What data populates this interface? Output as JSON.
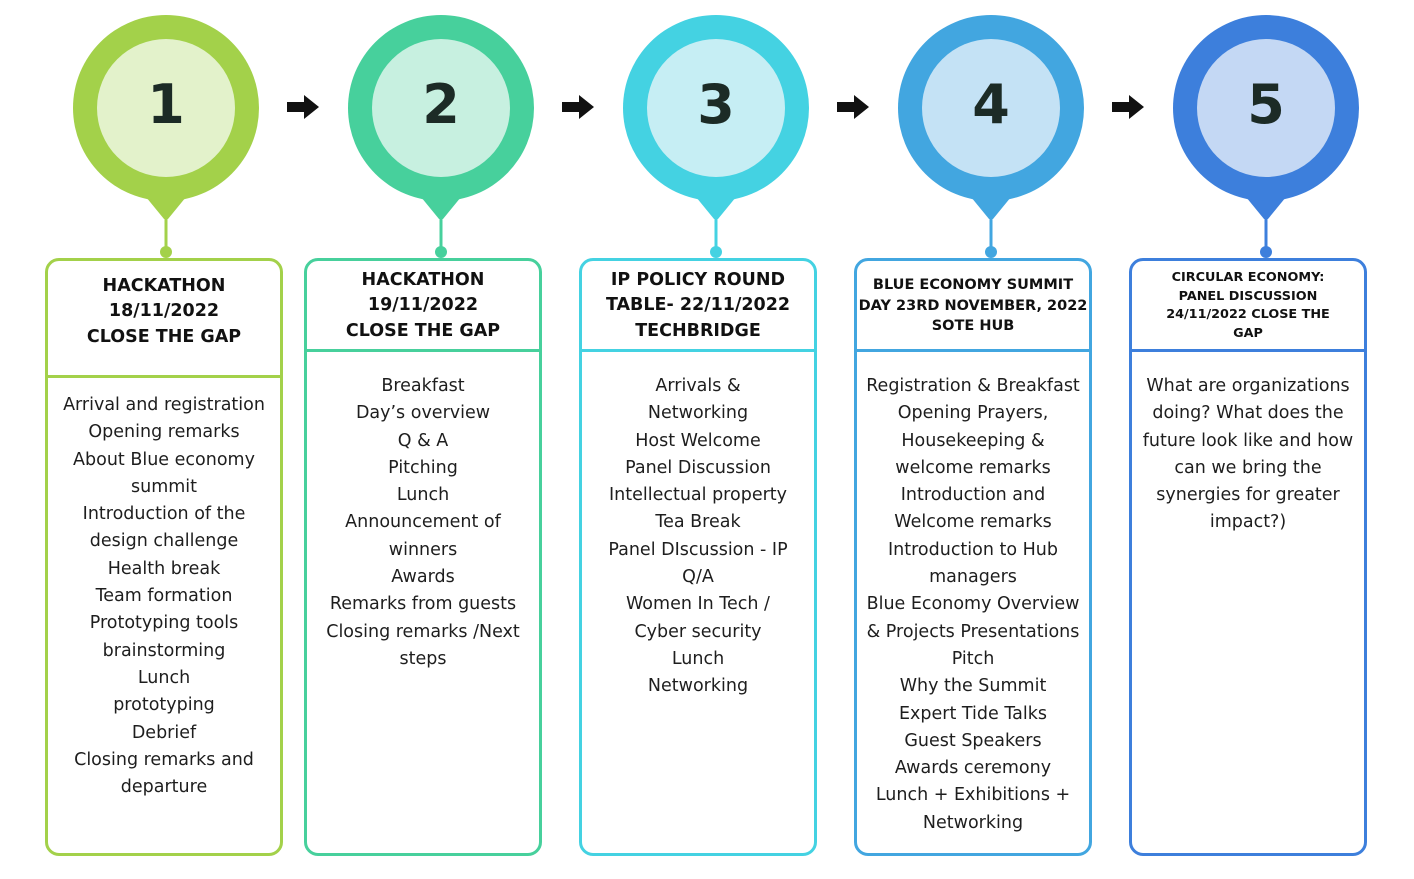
{
  "steps": [
    {
      "number": "1",
      "colors": {
        "ring": "#a3d14a",
        "inner": "#e3f2cb",
        "border": "#a3d14a"
      },
      "title_lines": [
        "HACKATHON",
        "18/11/2022",
        "CLOSE THE GAP"
      ],
      "items": [
        "Arrival and registration",
        "Opening remarks",
        "About Blue economy",
        "summit",
        "Introduction of the",
        "design challenge",
        "Health break",
        "Team formation",
        "Prototyping tools",
        "brainstorming",
        "Lunch",
        "prototyping",
        "Debrief",
        "Closing remarks and",
        "departure"
      ]
    },
    {
      "number": "2",
      "colors": {
        "ring": "#47d09c",
        "inner": "#c7f0e0",
        "border": "#47d09c"
      },
      "title_lines": [
        "HACKATHON",
        "19/11/2022",
        "CLOSE THE GAP"
      ],
      "items": [
        "Breakfast",
        "Day’s overview",
        "Q & A",
        "Pitching",
        "Lunch",
        "Announcement of",
        "winners",
        "Awards",
        "Remarks from guests",
        "Closing remarks /Next",
        "steps"
      ]
    },
    {
      "number": "3",
      "colors": {
        "ring": "#44d2e2",
        "inner": "#c6eef4",
        "border": "#44d2e2"
      },
      "title_lines": [
        "IP POLICY ROUND",
        "TABLE- 22/11/2022",
        "TECHBRIDGE"
      ],
      "items": [
        "Arrivals &",
        "Networking",
        "Host Welcome",
        "Panel Discussion",
        "Intellectual property",
        "Tea Break",
        "Panel DIscussion - IP",
        "Q/A",
        "Women In Tech /",
        "Cyber security",
        "Lunch",
        "Networking"
      ]
    },
    {
      "number": "4",
      "colors": {
        "ring": "#42a6e0",
        "inner": "#c4e2f5",
        "border": "#42a6e0"
      },
      "title_lines": [
        "BLUE ECONOMY SUMMIT",
        "DAY 23RD NOVEMBER, 2022",
        "SOTE HUB"
      ],
      "items": [
        "Registration & Breakfast",
        "Opening Prayers,",
        "Housekeeping &",
        "welcome remarks",
        "Introduction and",
        "Welcome remarks",
        "Introduction to Hub",
        "managers",
        "Blue Economy Overview",
        "& Projects Presentations",
        "Pitch",
        "Why the Summit",
        "Expert Tide Talks",
        "Guest Speakers",
        "Awards ceremony",
        "Lunch + Exhibitions +",
        "Networking"
      ]
    },
    {
      "number": "5",
      "colors": {
        "ring": "#3d7fdc",
        "inner": "#c4d8f4",
        "border": "#3d7fdc"
      },
      "title_lines": [
        "CIRCULAR ECONOMY:",
        "PANEL DISCUSSION",
        "24/11/2022 CLOSE THE",
        "GAP"
      ],
      "items": [
        "What are organizations",
        "doing? What does the",
        "future look like and how",
        "can we bring the",
        "synergies for greater",
        "impact?)"
      ]
    }
  ],
  "connector_icon": "right-arrow-icon"
}
